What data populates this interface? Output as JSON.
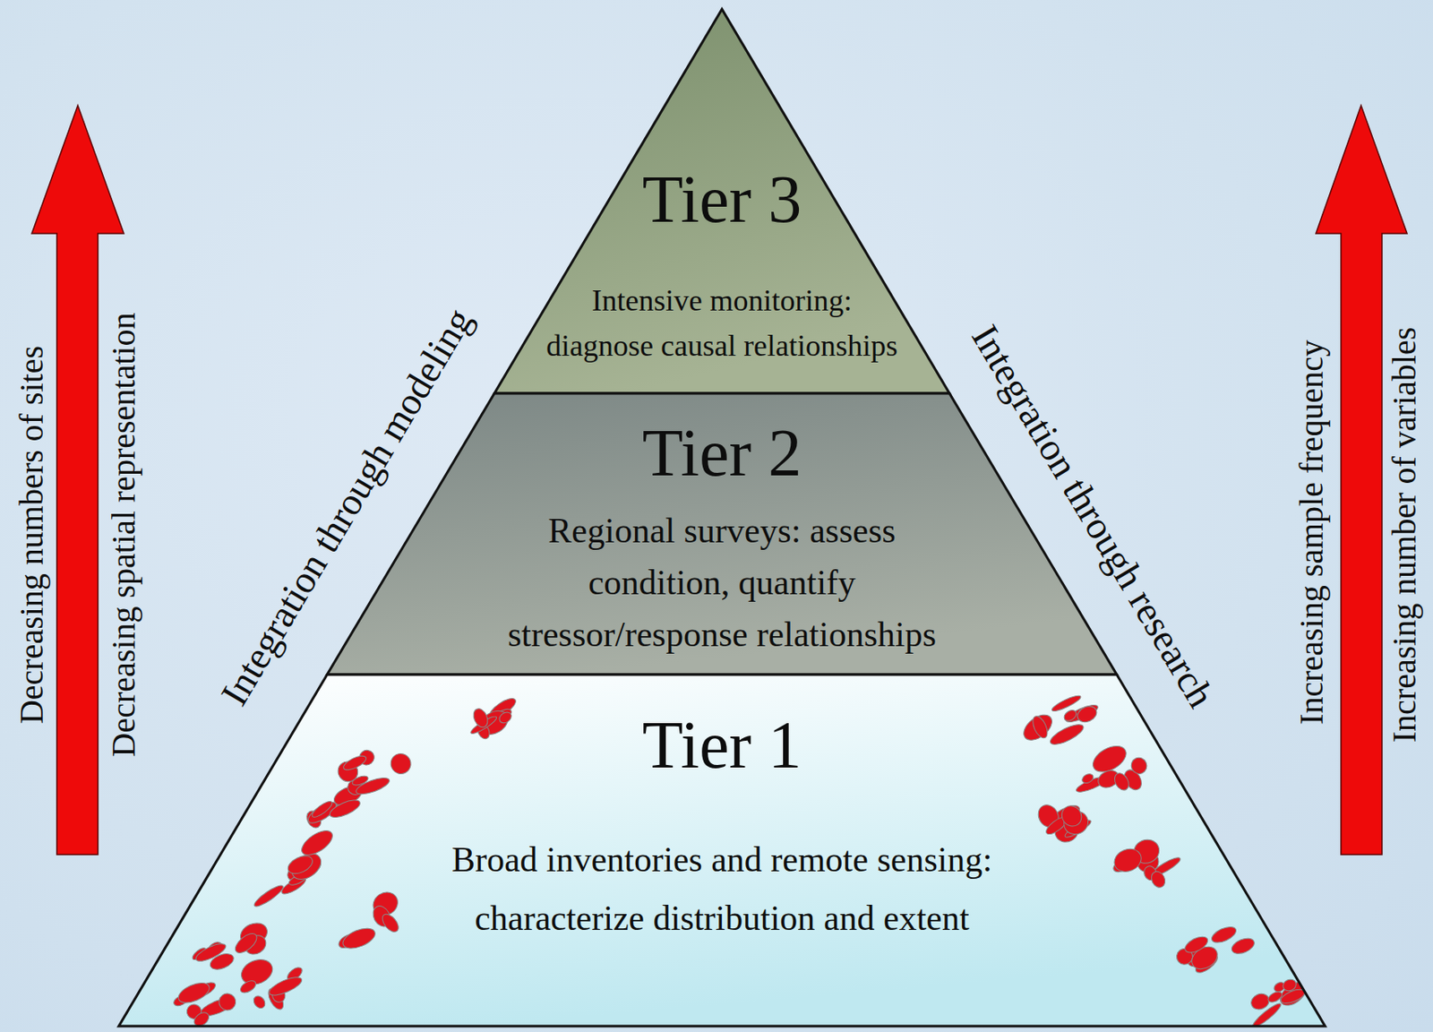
{
  "diagram": {
    "nodes": [
      {
        "text": [
          "Tier 3",
          "Intensive monitoring: diagnose causal relationships"
        ]
      },
      {
        "text": [
          "Tier 2",
          "Regional surveys: assess condition, quantify stressor/response relationships"
        ]
      },
      {
        "text": [
          "Tier 1",
          "Broad inventories and remote sensing: characterize distribution and extent"
        ]
      }
    ],
    "labels": [
      "Decreasing numbers of sites",
      "Decreasing spatial representation",
      "Integration through modeling",
      "Integration through research",
      "Increasing sample frequency",
      "Increasing number of variables"
    ]
  }
}
